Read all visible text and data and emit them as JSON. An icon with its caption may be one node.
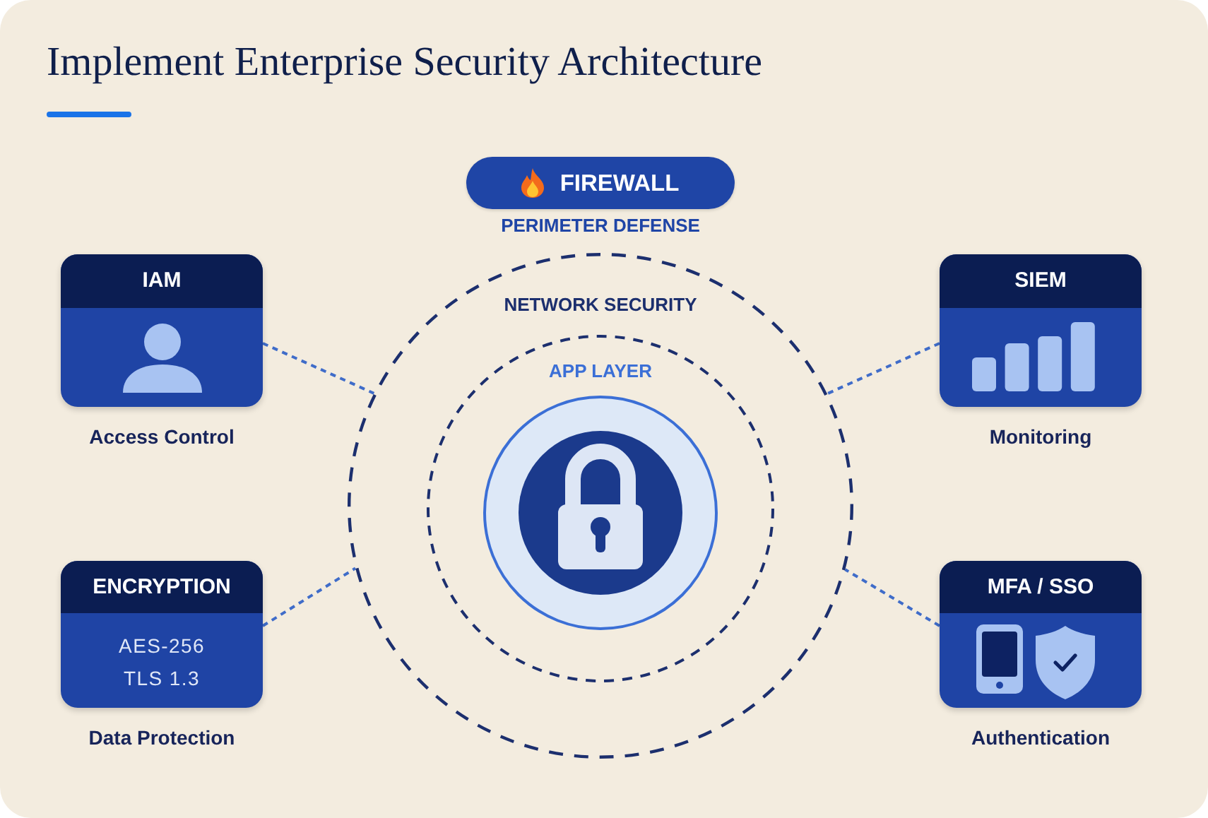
{
  "diagram": {
    "title": "Implement Enterprise Security Architecture",
    "nodes": [
      {
        "text": [
          "FIREWALL"
        ],
        "beside": [
          "PERIMETER DEFENSE"
        ]
      },
      {
        "text": [
          "IAM"
        ],
        "beside": [
          "Access Control"
        ]
      },
      {
        "text": [
          "SIEM"
        ],
        "beside": [
          "Monitoring"
        ]
      },
      {
        "text": [
          "NETWORK SECURITY"
        ]
      },
      {
        "text": [
          "APP LAYER"
        ],
        "in": 3
      },
      {
        "text": [
          "ENCRYPTION",
          "AES-256",
          "TLS 1.3"
        ],
        "beside": [
          "Data Protection"
        ]
      },
      {
        "text": [
          "MFA / SSO"
        ],
        "beside": [
          "Authentication"
        ]
      }
    ],
    "edges": [
      {
        "from": 1,
        "to": 3,
        "arrow": "none",
        "style": "dashed"
      },
      {
        "from": 2,
        "to": 3,
        "arrow": "none",
        "style": "dashed"
      },
      {
        "from": 5,
        "to": 3,
        "arrow": "none",
        "style": "dashed"
      },
      {
        "from": 6,
        "to": 3,
        "arrow": "none",
        "style": "dashed"
      }
    ]
  }
}
